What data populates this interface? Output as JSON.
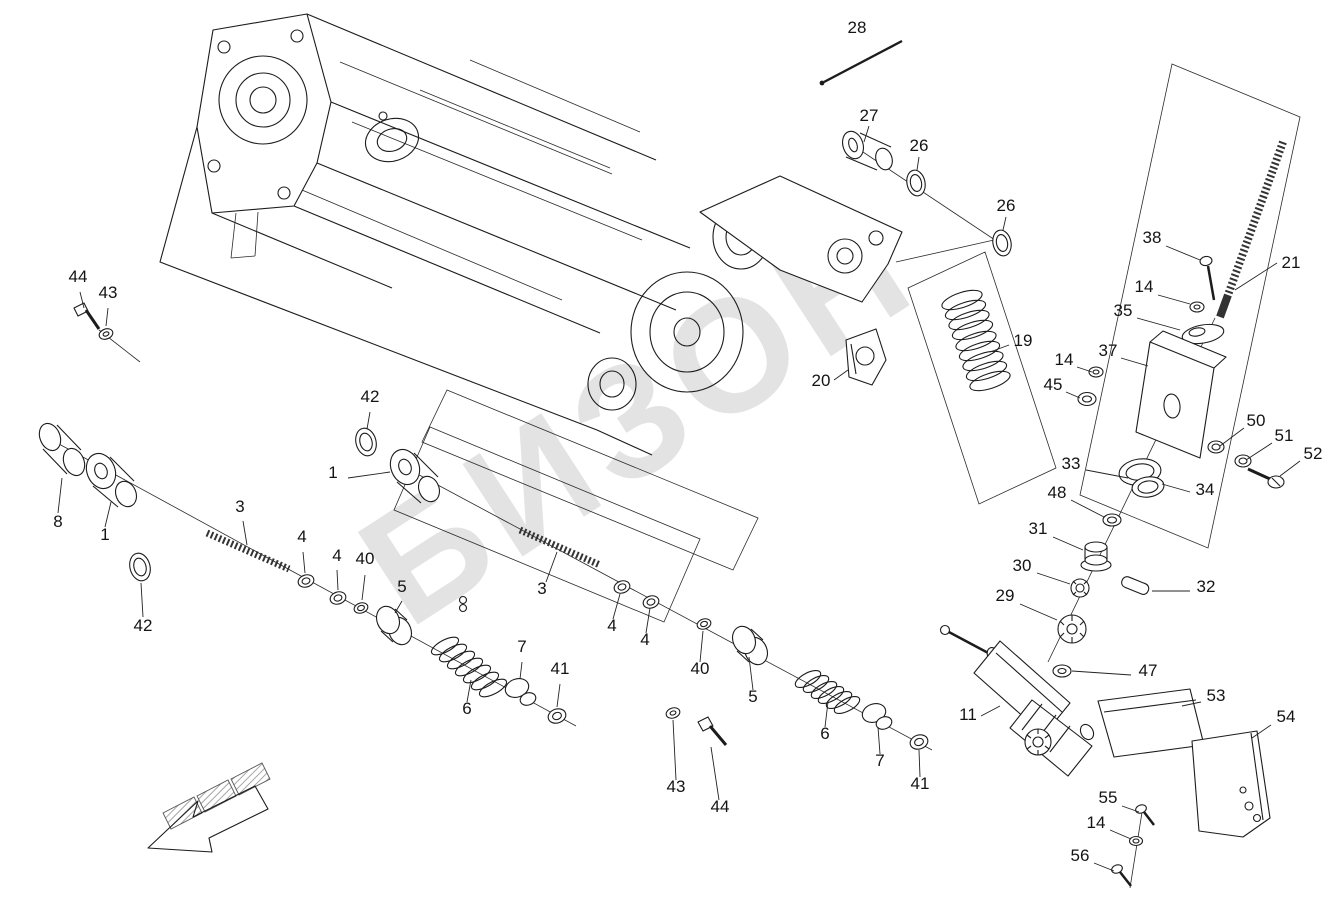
{
  "watermark": {
    "text": "БИЗОН",
    "color": "#c9c9c9"
  },
  "drawing": {
    "line_color": "#1c1c1c",
    "background": "#ffffff"
  },
  "callouts": [
    "28",
    "27",
    "26",
    "26",
    "21",
    "38",
    "14",
    "35",
    "37",
    "14",
    "45",
    "19",
    "20",
    "50",
    "51",
    "52",
    "33",
    "34",
    "48",
    "31",
    "30",
    "32",
    "29",
    "47",
    "11",
    "53",
    "54",
    "55",
    "14",
    "56",
    "44",
    "43",
    "8",
    "1",
    "42",
    "42",
    "1",
    "3",
    "4",
    "4",
    "40",
    "5",
    "3",
    "4",
    "4",
    "40",
    "5",
    "6",
    "7",
    "41",
    "43",
    "44",
    "6",
    "7",
    "41"
  ]
}
